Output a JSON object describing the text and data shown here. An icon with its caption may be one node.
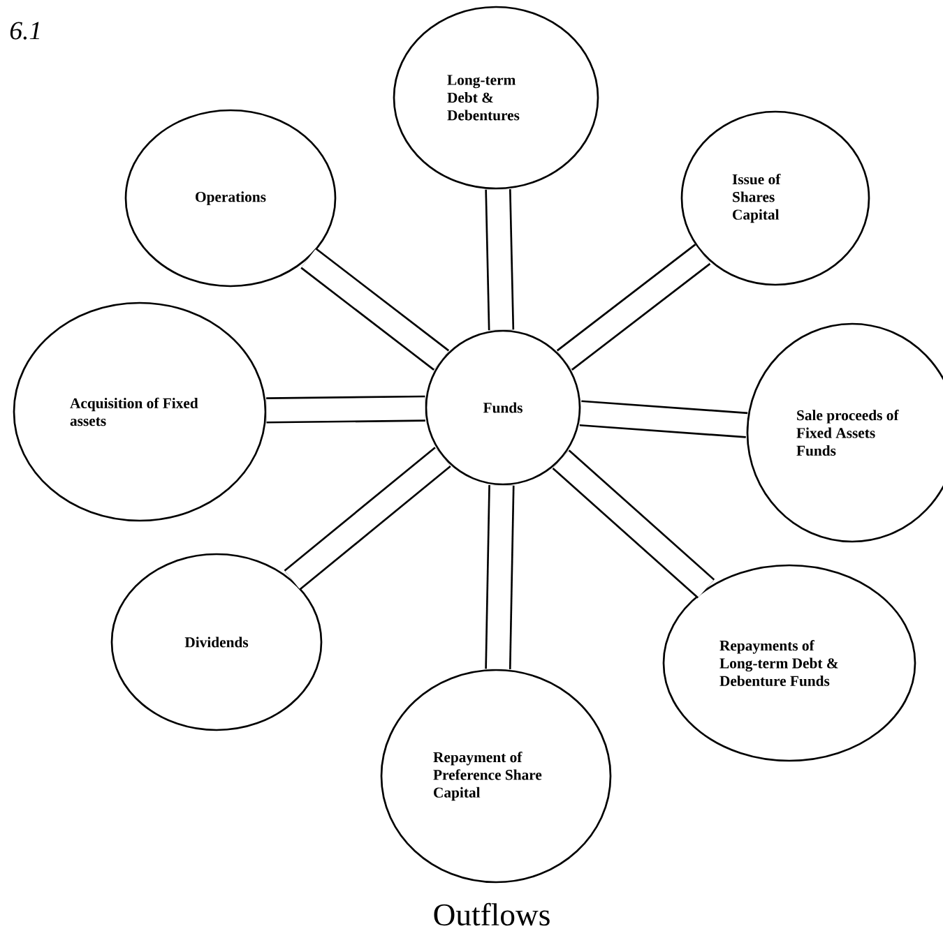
{
  "diagram": {
    "caption": "Outflows",
    "nodes": [
      {
        "text": [
          "Funds"
        ]
      },
      {
        "text": [
          "Long-term Debt & Debentures"
        ]
      },
      {
        "text": [
          "Operations"
        ]
      },
      {
        "text": [
          "Issue of Shares Capital"
        ]
      },
      {
        "text": [
          "Acquisition of Fixed assets"
        ]
      },
      {
        "text": [
          "Sale proceeds of Fixed Assets Funds"
        ]
      },
      {
        "text": [
          "Dividends"
        ]
      },
      {
        "text": [
          "Repayment of Preference Share Capital"
        ]
      },
      {
        "text": [
          "Repayments of Long-term Debt & Debenture Funds"
        ]
      }
    ],
    "edges": [
      {
        "from": 0,
        "to": 1,
        "arrow": "none"
      },
      {
        "from": 0,
        "to": 2,
        "arrow": "none"
      },
      {
        "from": 0,
        "to": 3,
        "arrow": "none"
      },
      {
        "from": 0,
        "to": 4,
        "arrow": "none"
      },
      {
        "from": 0,
        "to": 5,
        "arrow": "none"
      },
      {
        "from": 0,
        "to": 6,
        "arrow": "none"
      },
      {
        "from": 0,
        "to": 7,
        "arrow": "none"
      },
      {
        "from": 0,
        "to": 8,
        "arrow": "none"
      }
    ],
    "labels": [
      "6.1"
    ]
  }
}
